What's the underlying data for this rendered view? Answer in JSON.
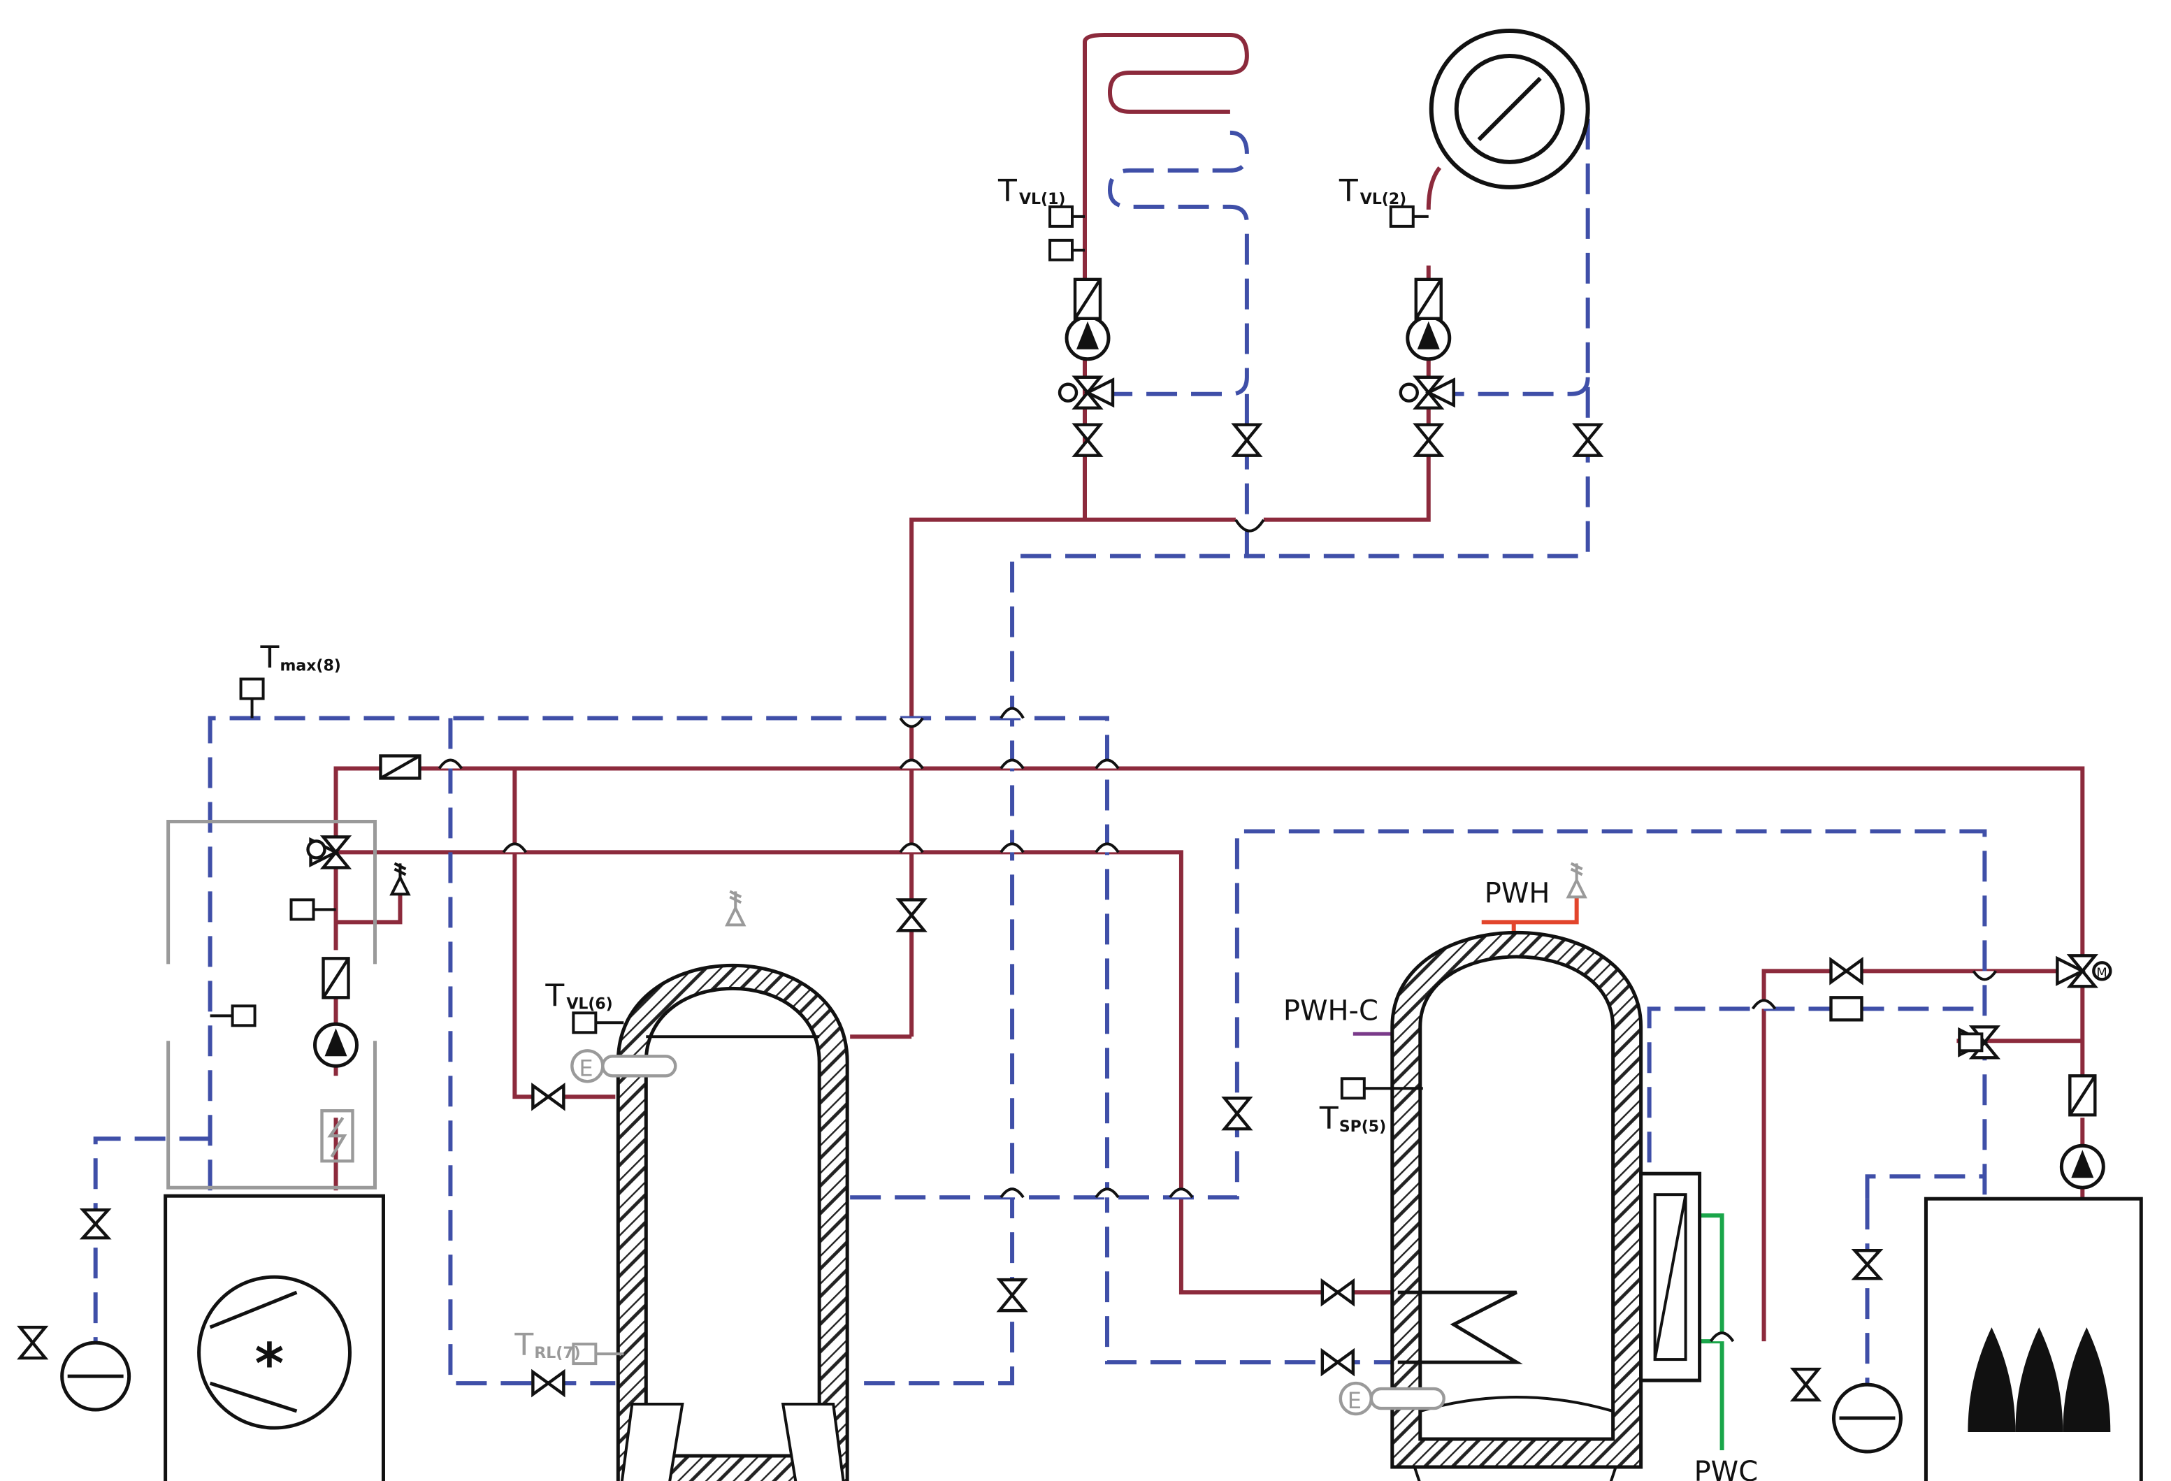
{
  "labels": {
    "t_vl1_main": "T",
    "t_vl1_sub": "VL(1)",
    "t_vl2_main": "T",
    "t_vl2_sub": "VL(2)",
    "t_max8_main": "T",
    "t_max8_sub": "max(8)",
    "t_vl6_main": "T",
    "t_vl6_sub": "VL(6)",
    "t_rl7_main": "T",
    "t_rl7_sub": "RL(7)",
    "t_sp5_main": "T",
    "t_sp5_sub": "SP(5)",
    "pwh": "PWH",
    "pwh_c": "PWH-C",
    "pwc": "PWC",
    "e_label": "E",
    "m_label": "M"
  },
  "colors": {
    "supply": "#8c2a3c",
    "return": "#3f4fa8",
    "drinking_cold": "#1aa64a",
    "drinking_hot": "#e2452c",
    "inactive": "#9a9a9a",
    "ink": "#111111"
  },
  "icons": [
    "heat-pump-icon",
    "boiler-flame-icon",
    "radiator-icon",
    "floor-heating-icon",
    "pump-icon",
    "valve-icon",
    "mixing-valve-icon",
    "check-valve-icon",
    "expansion-vessel-icon",
    "temperature-sensor-icon",
    "safety-valve-icon",
    "electric-heater-icon",
    "buffer-tank-icon",
    "hot-water-tank-icon",
    "heat-exchanger-icon"
  ]
}
